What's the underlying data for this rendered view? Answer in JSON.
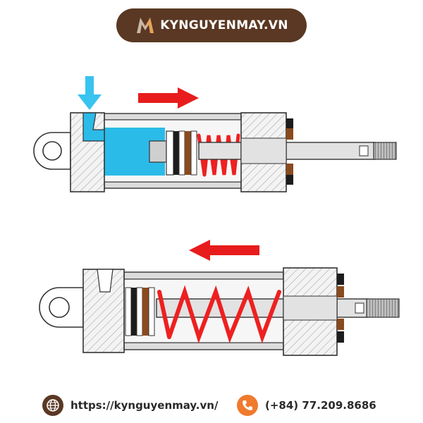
{
  "brand": {
    "name": "KYNGUYENMAY.VN",
    "logo_icon": "km-monogram-icon",
    "background_color": "#5a3823"
  },
  "diagram": {
    "panels": [
      {
        "state": "extend",
        "arrow_direction": "right",
        "fluid_inlet_shown": true,
        "chamber_filled": true
      },
      {
        "state": "retract",
        "arrow_direction": "left",
        "fluid_inlet_shown": false,
        "chamber_filled": false
      }
    ],
    "colors": {
      "fluid": "#2bbbe8",
      "fluid_arrow": "#38c3f0",
      "spring": "#ee2020",
      "motion_arrow": "#e81c1c",
      "seal_dark": "#1c1c1c",
      "seal_brown": "#8a4a1e",
      "metal": "#dcdcdc",
      "outline": "#333333"
    }
  },
  "footer": {
    "website": {
      "text": "https://kynguyenmay.vn/",
      "icon": "globe-icon",
      "icon_color": "#5a3823"
    },
    "phone": {
      "text": "(+84) 77.209.8686",
      "icon": "phone-icon",
      "icon_color": "#f07a2e"
    }
  }
}
